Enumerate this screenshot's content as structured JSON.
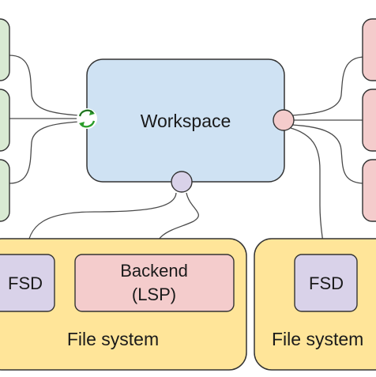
{
  "workspace": {
    "label": "Workspace",
    "fill": "#cfe2f3",
    "sync_icon": "sync-arrows-icon"
  },
  "left_boxes": {
    "count": 3,
    "fill": "#d9ead3"
  },
  "right_boxes": {
    "count": 3,
    "fill": "#f4cccc"
  },
  "connectors": {
    "right_port_fill": "#f4cccc",
    "bottom_port_fill": "#d9d2e9"
  },
  "file_systems": [
    {
      "label": "File system",
      "fill": "#ffe599",
      "fsd_label": "FSD",
      "backend_line1": "Backend",
      "backend_line2": "(LSP)"
    },
    {
      "label": "File system",
      "fill": "#ffe599",
      "fsd_label": "FSD"
    }
  ],
  "colors": {
    "fsd_fill": "#d9d2e9",
    "backend_fill": "#f4cccc",
    "sync_icon_color": "#2a9d2a",
    "stroke": "#333333"
  }
}
